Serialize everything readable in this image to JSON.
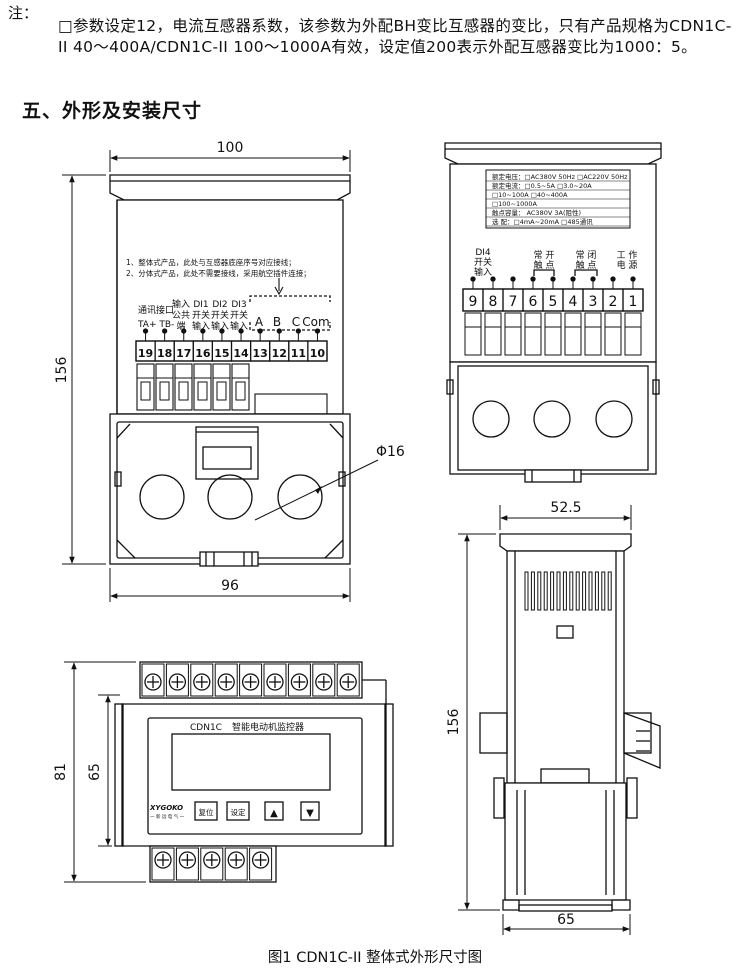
{
  "note": {
    "label": "注：",
    "text": "□参数设定12，电流互感器系数，该参数为外配BH变比互感器的变比，只有产品规格为CDN1C-II 40～400A/CDN1C-II 100～1000A有效，设定值200表示外配互感器变比为1000：5。"
  },
  "section_title": "五、外形及安装尺寸",
  "dimensions": {
    "front_width": "100",
    "front_height": "156",
    "front_base_width": "96",
    "hole_diameter": "Φ16",
    "side_width": "52.5",
    "side_height": "156",
    "side_base_width": "65",
    "bottom_height_outer": "81",
    "bottom_height_inner": "65"
  },
  "front_view": {
    "note_line1": "1、整体式产品，此处与互感器底座序号对应接线；",
    "note_line2": "2、分体式产品，此处不需要接线，采用航空插件连接；",
    "label_comm": "通讯接口",
    "label_ta": "TA+ TB-",
    "label_common_input": [
      "输入",
      "公共",
      "端"
    ],
    "label_di1": [
      "DI1",
      "开关",
      "输入"
    ],
    "label_di2": [
      "DI2",
      "开关",
      "输入"
    ],
    "label_di3": [
      "DI3",
      "开关",
      "输入"
    ],
    "label_a": "A",
    "label_b": "B",
    "label_c": "C",
    "label_com": "Com",
    "terminals": [
      "19",
      "18",
      "17",
      "16",
      "15",
      "14",
      "13",
      "12",
      "11",
      "10"
    ]
  },
  "rear_view": {
    "plate_rows": [
      "额定电压：□AC380V 50Hz □AC220V 50Hz",
      "额定电流：□0.5~5A    □3.0~20A",
      "          □10~100A   □40~400A",
      "          □100~1000A",
      "触点容量：   AC380V 3A(阻性)",
      "选  配：□4mA~20mA □485通讯"
    ],
    "label_di4": [
      "DI4",
      "开关",
      "输入"
    ],
    "label_no": [
      "常 开",
      "触 点"
    ],
    "label_nc": [
      "常 闭",
      "触 点"
    ],
    "label_power": [
      "工 作",
      "电 源"
    ],
    "terminals": [
      "9",
      "8",
      "7",
      "6",
      "5",
      "4",
      "3",
      "2",
      "1"
    ]
  },
  "bottom_view": {
    "model": "CDN1C",
    "device_name": "智能电动机监控器",
    "brand": "XYGOKO",
    "brand_sub": "一 新 远 电 气 一",
    "btn_reset": "复位",
    "btn_set": "设定",
    "btn_up": "▲",
    "btn_down": "▼"
  },
  "caption": "图1  CDN1C-II 整体式外形尺寸图"
}
